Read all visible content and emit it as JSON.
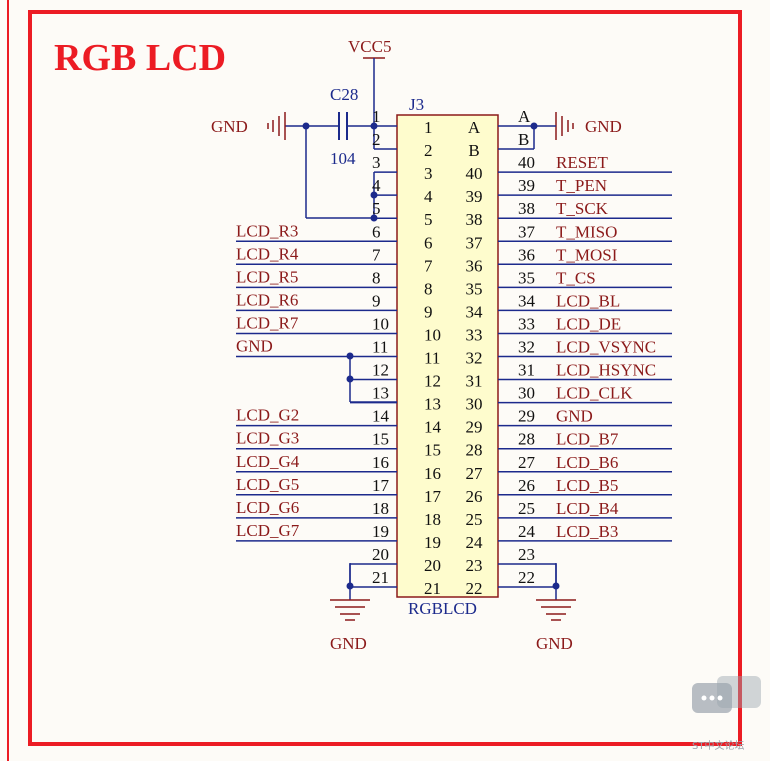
{
  "title": "RGB LCD",
  "power": {
    "vcc": "VCC5",
    "gnd": "GND"
  },
  "capacitor": {
    "ref": "C28",
    "value": "104"
  },
  "connector": {
    "ref": "J3",
    "name": "RGBLCD",
    "left_inner": [
      "1",
      "2",
      "3",
      "4",
      "5",
      "6",
      "7",
      "8",
      "9",
      "10",
      "11",
      "12",
      "13",
      "14",
      "15",
      "16",
      "17",
      "18",
      "19",
      "20",
      "21"
    ],
    "right_inner": [
      "A",
      "B",
      "40",
      "39",
      "38",
      "37",
      "36",
      "35",
      "34",
      "33",
      "32",
      "31",
      "30",
      "29",
      "28",
      "27",
      "26",
      "25",
      "24",
      "23",
      "22"
    ],
    "left_pins": [
      {
        "num": "1",
        "net": ""
      },
      {
        "num": "2",
        "net": ""
      },
      {
        "num": "3",
        "net": ""
      },
      {
        "num": "4",
        "net": ""
      },
      {
        "num": "5",
        "net": ""
      },
      {
        "num": "6",
        "net": "LCD_R3"
      },
      {
        "num": "7",
        "net": "LCD_R4"
      },
      {
        "num": "8",
        "net": "LCD_R5"
      },
      {
        "num": "9",
        "net": "LCD_R6"
      },
      {
        "num": "10",
        "net": "LCD_R7"
      },
      {
        "num": "11",
        "net": "GND"
      },
      {
        "num": "12",
        "net": ""
      },
      {
        "num": "13",
        "net": ""
      },
      {
        "num": "14",
        "net": "LCD_G2"
      },
      {
        "num": "15",
        "net": "LCD_G3"
      },
      {
        "num": "16",
        "net": "LCD_G4"
      },
      {
        "num": "17",
        "net": "LCD_G5"
      },
      {
        "num": "18",
        "net": "LCD_G6"
      },
      {
        "num": "19",
        "net": "LCD_G7"
      },
      {
        "num": "20",
        "net": ""
      },
      {
        "num": "21",
        "net": ""
      }
    ],
    "right_pins": [
      {
        "num": "A",
        "net": ""
      },
      {
        "num": "B",
        "net": ""
      },
      {
        "num": "40",
        "net": "RESET"
      },
      {
        "num": "39",
        "net": "T_PEN"
      },
      {
        "num": "38",
        "net": "T_SCK"
      },
      {
        "num": "37",
        "net": "T_MISO"
      },
      {
        "num": "36",
        "net": "T_MOSI"
      },
      {
        "num": "35",
        "net": "T_CS"
      },
      {
        "num": "34",
        "net": "LCD_BL"
      },
      {
        "num": "33",
        "net": "LCD_DE"
      },
      {
        "num": "32",
        "net": "LCD_VSYNC"
      },
      {
        "num": "31",
        "net": "LCD_HSYNC"
      },
      {
        "num": "30",
        "net": "LCD_CLK"
      },
      {
        "num": "29",
        "net": "GND"
      },
      {
        "num": "28",
        "net": "LCD_B7"
      },
      {
        "num": "27",
        "net": "LCD_B6"
      },
      {
        "num": "26",
        "net": "LCD_B5"
      },
      {
        "num": "25",
        "net": "LCD_B4"
      },
      {
        "num": "24",
        "net": "LCD_B3"
      },
      {
        "num": "23",
        "net": ""
      },
      {
        "num": "22",
        "net": ""
      }
    ]
  },
  "watermark": "ST中文论坛"
}
